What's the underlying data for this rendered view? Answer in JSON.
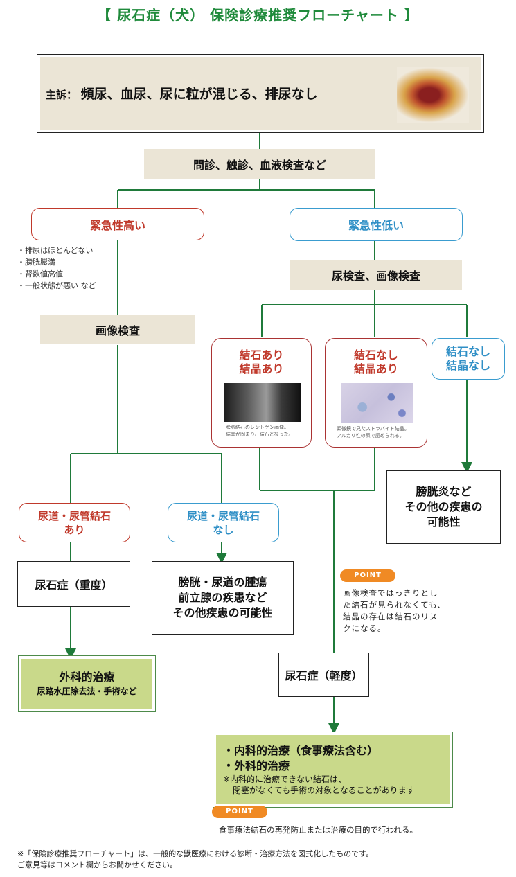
{
  "title": "【 尿石症（犬） 保険診療推奨フローチャート 】",
  "complaint": {
    "label": "主訴：",
    "text": "頻尿、血尿、尿に粒が混じる、排尿なし",
    "image": "bloody-urine-photo"
  },
  "exam1": "問診、触診、血液検査など",
  "urgent_high": {
    "label": "緊急性高い",
    "criteria": [
      "・排尿はほとんどない",
      "・膀胱膨満",
      "・腎数値高値",
      "・一般状態が悪い など"
    ]
  },
  "urgent_low": {
    "label": "緊急性低い"
  },
  "imaging_high": "画像検査",
  "urine_imaging": "尿検査、画像検査",
  "stone_crystal": {
    "line1": "結石あり",
    "line2": "結晶あり",
    "caption1": "膀胱結石のレントゲン画像。",
    "caption2": "結晶が固まり、結石となった。"
  },
  "nostone_crystal": {
    "line1": "結石なし",
    "line2": "結晶あり",
    "caption1": "顕微鏡で見たストラバイト結晶。",
    "caption2": "アルカリ性の尿で認められる。"
  },
  "nostone_nocrystal": {
    "line1": "結石なし",
    "line2": "結晶なし"
  },
  "cystitis": {
    "line1": "膀胱炎など",
    "line2": "その他の疾患の",
    "line3": "可能性"
  },
  "urethral_yes": {
    "line1": "尿道・尿管結石",
    "line2": "あり"
  },
  "urethral_no": {
    "line1": "尿道・尿管結石",
    "line2": "なし"
  },
  "severe": "尿石症（重度）",
  "tumor": {
    "line1": "膀胱・尿道の腫瘍",
    "line2": "前立腺の疾患など",
    "line3": "その他疾患の可能性"
  },
  "surgery": {
    "line1": "外科的治療",
    "line2": "尿路水圧除去法・手術など"
  },
  "point1": {
    "badge": "POINT",
    "lines": [
      "画像検査ではっきりとし",
      "た結石が見られなくても、",
      "結晶の存在は結石のリス",
      "クになる。"
    ]
  },
  "mild": "尿石症（軽度）",
  "treatment": {
    "line1": "・内科的治療（食事療法含む）",
    "line2": "・外科的治療",
    "note1": "※内科的に治療できない結石は、",
    "note2": "閉塞がなくても手術の対象となることがあります"
  },
  "point2": {
    "badge": "POINT",
    "text": "食事療法結石の再発防止または治療の目的で行われる。"
  },
  "footer": {
    "line1": "※「保険診療推奨フローチャート」は、一般的な獣医療における診断・治療方法を図式化したものです。",
    "line2": "ご意見等はコメント欄からお聞かせください。"
  }
}
